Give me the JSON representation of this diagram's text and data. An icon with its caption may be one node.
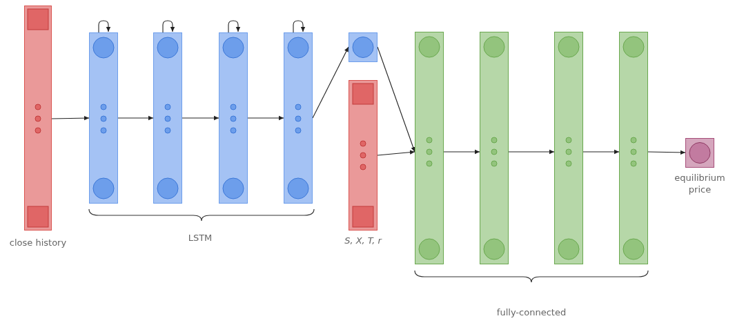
{
  "diagram": {
    "nodes": [
      {
        "text": [],
        "shape": "bar",
        "beside": [
          "close history"
        ]
      },
      {
        "text": [],
        "shape": "bar"
      },
      {
        "text": [],
        "shape": "bar"
      },
      {
        "text": [],
        "shape": "bar"
      },
      {
        "text": [],
        "shape": "bar"
      },
      {
        "text": [],
        "shape": "box"
      },
      {
        "text": [],
        "shape": "bar",
        "beside": [
          "S, X, T, r"
        ]
      },
      {
        "text": [],
        "shape": "bar"
      },
      {
        "text": [],
        "shape": "bar"
      },
      {
        "text": [],
        "shape": "bar"
      },
      {
        "text": [],
        "shape": "bar"
      },
      {
        "text": [],
        "shape": "box",
        "beside": [
          "equilibrium price"
        ]
      }
    ],
    "edges": [
      {
        "from": 1,
        "to": 1,
        "arrow": "to"
      },
      {
        "from": 2,
        "to": 2,
        "arrow": "to"
      },
      {
        "from": 3,
        "to": 3,
        "arrow": "to"
      },
      {
        "from": 4,
        "to": 4,
        "arrow": "to"
      },
      {
        "from": 0,
        "to": 1,
        "arrow": "to"
      },
      {
        "from": 1,
        "to": 2,
        "arrow": "to"
      },
      {
        "from": 2,
        "to": 3,
        "arrow": "to"
      },
      {
        "from": 3,
        "to": 4,
        "arrow": "to"
      },
      {
        "from": 4,
        "to": 5,
        "arrow": "to"
      },
      {
        "from": 5,
        "to": 7,
        "arrow": "to"
      },
      {
        "from": 6,
        "to": 7,
        "arrow": "to"
      },
      {
        "from": 7,
        "to": 8,
        "arrow": "to"
      },
      {
        "from": 8,
        "to": 9,
        "arrow": "to"
      },
      {
        "from": 9,
        "to": 10,
        "arrow": "to"
      },
      {
        "from": 10,
        "to": 11,
        "arrow": "to"
      }
    ],
    "labels": [
      "LSTM",
      "fully-connected"
    ]
  }
}
